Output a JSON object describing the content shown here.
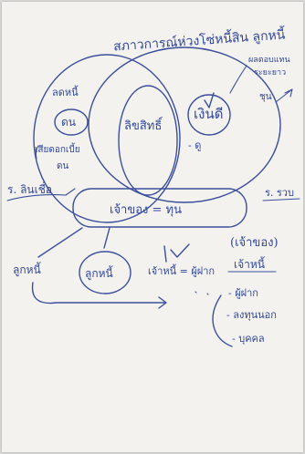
{
  "page": {
    "title": "สภาวการณ์ห่วงโซ่หนี้สิน ลูกหนี้",
    "left_circle": {
      "top_label": "ลดหนี้",
      "item": "ดน",
      "side_label": "เสียดอกเบี้ย",
      "side_label_sub": "ดน"
    },
    "middle_label": "ลิขสิทธิ์",
    "right_circle": {
      "item": "เงินดี",
      "note": "- ดู"
    },
    "right_note": [
      "ผลตอบแทน",
      "ระยะยาว",
      "ชุน"
    ],
    "left_tag": "ร. ลินเชื่อ",
    "right_tag": "ร. รวบ",
    "box_text": "เจ้าของ = ทุน",
    "right_paren": "(เจ้าของ)",
    "debtors": {
      "left": "ลูกหนี้",
      "circled": "ลูกหนี้"
    },
    "equation": "เจ้าหนี้ = ผู้ฝาก",
    "list": {
      "heading": "เจ้าหนี้",
      "items": [
        "- ผู้ฝาก",
        "- ลงทุนนอก",
        "- บุคคล"
      ]
    }
  }
}
